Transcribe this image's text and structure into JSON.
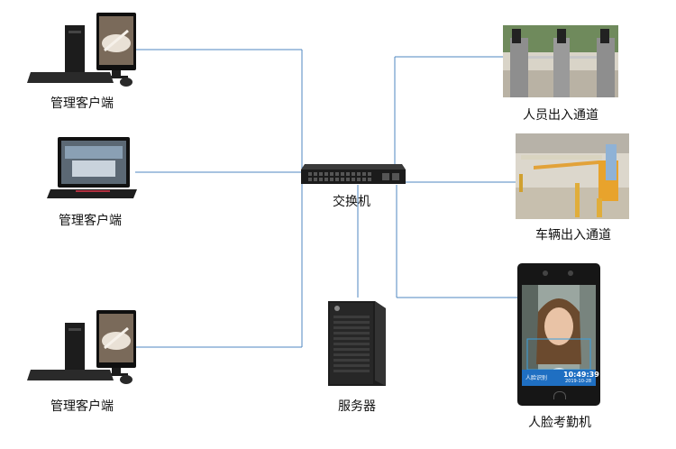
{
  "diagram": {
    "client_top_label": "管理客户端",
    "client_laptop_label": "管理客户端",
    "client_bottom_label": "管理客户端",
    "switch_label": "交换机",
    "server_label": "服务器",
    "turnstile_label": "人员出入通道",
    "vehicle_label": "车辆出入通道",
    "terminal_label": "人脸考勤机",
    "terminal_screen": {
      "mode": "人脸识别",
      "time": "10:49:39",
      "date": "2019-10-28"
    },
    "colors": {
      "wire": "#4f87c0",
      "label": "#111111"
    }
  }
}
